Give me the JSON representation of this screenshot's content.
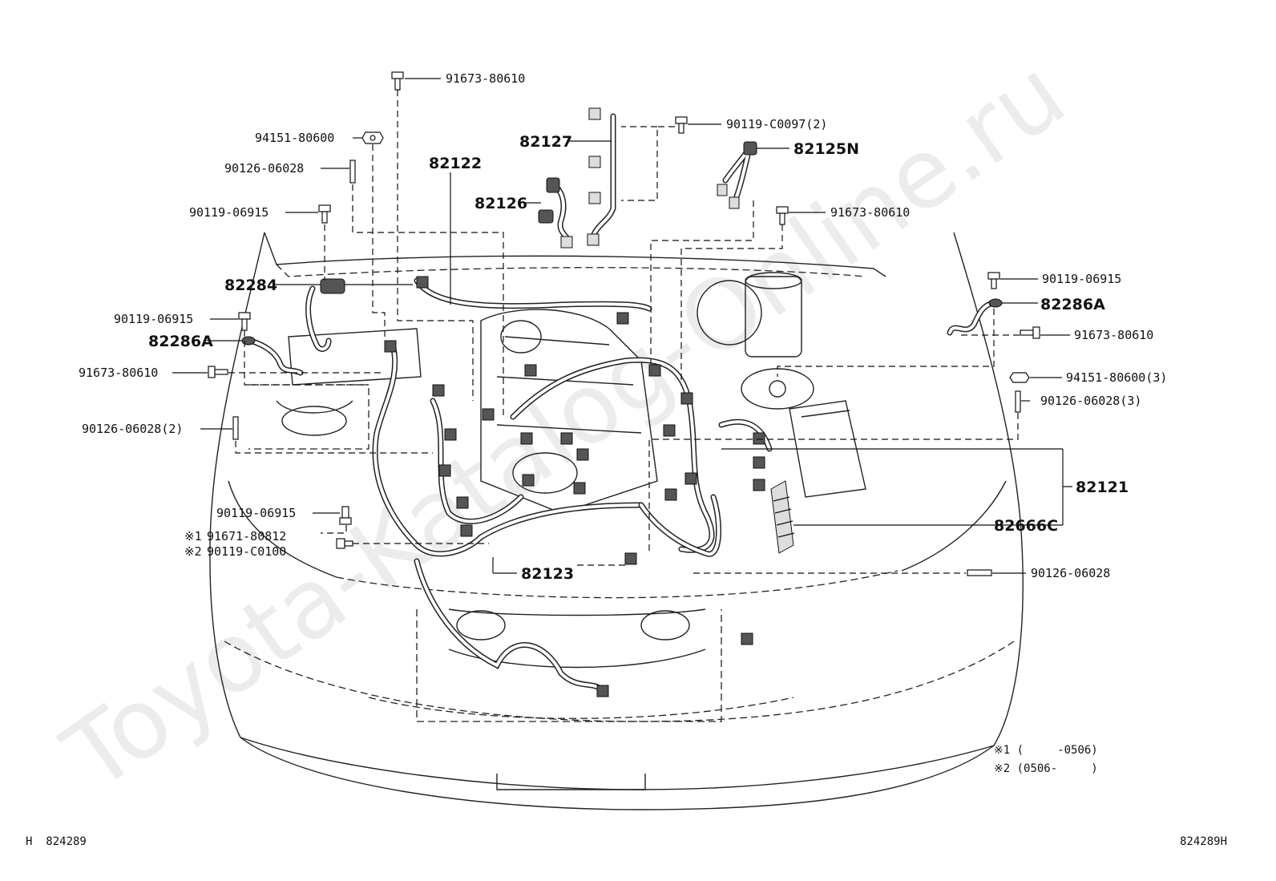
{
  "watermark": "Toyota-Katalog-Online.ru",
  "part_labels": {
    "p_91673_80610_top": "91673-80610",
    "p_94151_80600": "94151-80600",
    "p_90126_06028_left": "90126-06028",
    "p_90119_06915_left_top": "90119-06915",
    "p_82122": "82122",
    "p_82127": "82127",
    "p_82126": "82126",
    "p_90119_C0097": "90119-C0097(2)",
    "p_82125N": "82125N",
    "p_91673_80610_mid": "91673-80610",
    "p_82284": "82284",
    "p_90119_06915_left_mid": "90119-06915",
    "p_82286A_left": "82286A",
    "p_91673_80610_left": "91673-80610",
    "p_90126_06028_2": "90126-06028(2)",
    "p_90119_06915_right": "90119-06915",
    "p_82286A_right": "82286A",
    "p_91673_80610_right": "91673-80610",
    "p_94151_80600_3": "94151-80600(3)",
    "p_90126_06028_3": "90126-06028(3)",
    "p_82121": "82121",
    "p_82666C": "82666C",
    "p_90119_06915_low": "90119-06915",
    "p_91671_80812": "91671-80812",
    "p_90119_C0100": "90119-C0100",
    "p_82123": "82123",
    "p_90126_06028_right": "90126-06028"
  },
  "markers": {
    "m1": "※1",
    "m2": "※2"
  },
  "legend": {
    "note1": "※1 (     -0506)",
    "note2": "※2 (0506-     )"
  },
  "footer": {
    "left_code": "H  824289",
    "right_code": "824289H"
  }
}
